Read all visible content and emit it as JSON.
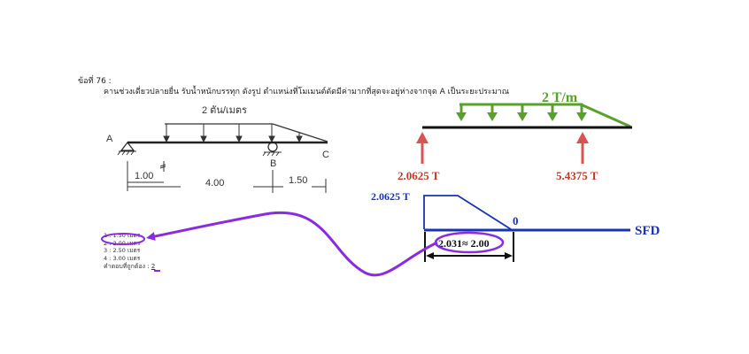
{
  "question": {
    "title": "ข้อที่ 76 :",
    "text": "คานช่วงเดี่ยวปลายยื่น รับน้ำหนักบรรทุก ดังรูป ตำแหน่งที่โมเมนต์ดัดมีค่ามากที่สุดจะอยู่ห่างจากจุด A เป็นระยะประมาณ",
    "choices": [
      "1 : 1.50 เมตร",
      "2 : 2.00 เมตร",
      "3 : 2.50 เมตร",
      "4 : 3.00 เมตร"
    ],
    "answer_label": "คำตอบที่ถูกต้อง :",
    "answer_value": "2"
  },
  "beam_sketch": {
    "load_label": "2 ตัน/เมตร",
    "point_a": "A",
    "point_b": "B",
    "point_c": "C",
    "dim_1": "1.00",
    "dim_2": "4.00",
    "dim_3": "1.50"
  },
  "fbd": {
    "load_label": "2 T/m",
    "reaction_left": "2.0625 T",
    "reaction_right": "5.4375 T",
    "colors": {
      "load": "#5aa02c",
      "reaction": "#d9534f",
      "sfd": "#1a33b3",
      "highlight": "#8a2be2"
    }
  },
  "sfd": {
    "value_label": "2.0625 T",
    "zero_label": "0",
    "name": "SFD",
    "distance_label": "2.031≈ 2.00"
  }
}
